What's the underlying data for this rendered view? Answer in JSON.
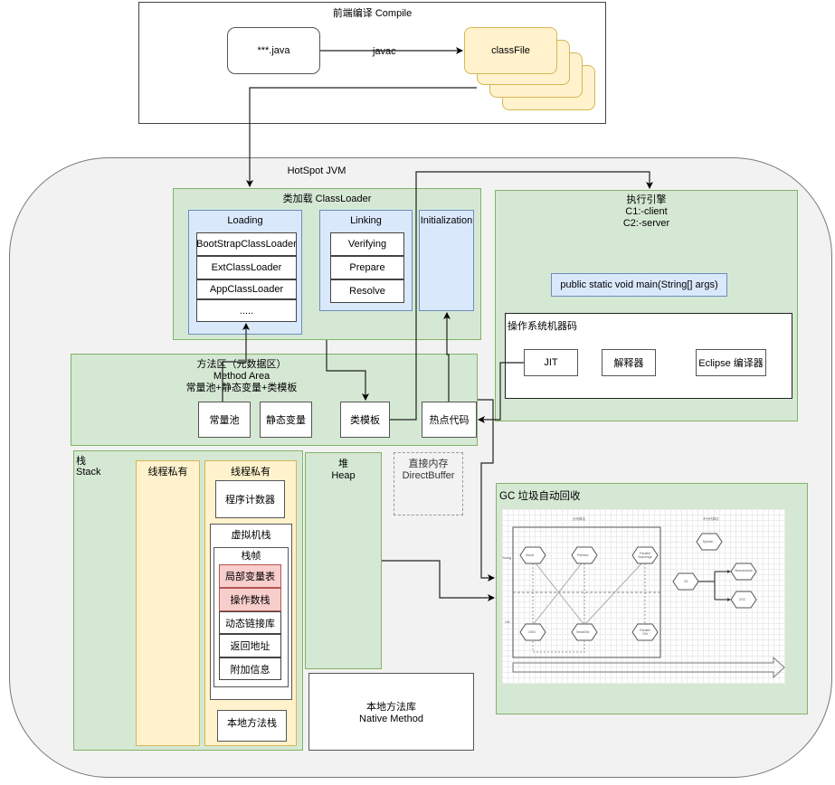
{
  "compile": {
    "title": "前端编译 Compile",
    "source_label": "***.java",
    "arrow_label": "javac",
    "class_file_label": "classFile"
  },
  "jvm": {
    "title": "HotSpot JVM",
    "class_loader": {
      "title": "类加载 ClassLoader",
      "loading": {
        "title": "Loading",
        "items": [
          "BootStrapClassLoader",
          "ExtClassLoader",
          "AppClassLoader",
          "....."
        ]
      },
      "linking": {
        "title": "Linking",
        "items": [
          "Verifying",
          "Prepare",
          "Resolve"
        ]
      },
      "initialization": {
        "title": "Initialization"
      }
    },
    "execution_engine": {
      "title": "执行引擎\nC1:-client\nC2:-server",
      "main_signature": "public static void main(String[] args)",
      "os_code": {
        "title": "操作系统机器码",
        "items": [
          "JIT",
          "解释器",
          "Eclipse 编译器"
        ]
      }
    },
    "method_area": {
      "title": "方法区（元数据区）\nMethod Area\n常量池+静态变量+类模板",
      "items": [
        "常量池",
        "静态变量",
        "类模板",
        "热点代码"
      ]
    },
    "stack": {
      "title": "栈\nStack",
      "thread_private_1": "线程私有",
      "thread_private_2": "线程私有",
      "program_counter": "程序计数器",
      "vm_stack": {
        "title": "虚拟机栈",
        "frame": {
          "title": "栈帧",
          "items": [
            "局部变量表",
            "操作数栈",
            "动态链接库",
            "返回地址",
            "附加信息"
          ]
        }
      },
      "native_method_stack": "本地方法栈"
    },
    "heap": {
      "title": "堆\nHeap"
    },
    "direct_memory": {
      "title": "直接内存\nDirectBuffer"
    },
    "native_library": {
      "title": "本地方法库\nNative Method"
    },
    "gc": {
      "title": "GC  垃圾自动回收",
      "image": {
        "generational_label": "分代算法",
        "non_generational_label": "不分代算法",
        "young_label": "Young",
        "old_label": "Old",
        "young_collectors": [
          "Serial",
          "ParNew",
          "Parallel Scavenge"
        ],
        "old_collectors": [
          "CMS",
          "SerialOld",
          "Parallel Old"
        ],
        "other_collectors": [
          "Epsilon",
          "G1",
          "Shenandoah",
          "ZGC"
        ]
      }
    }
  }
}
